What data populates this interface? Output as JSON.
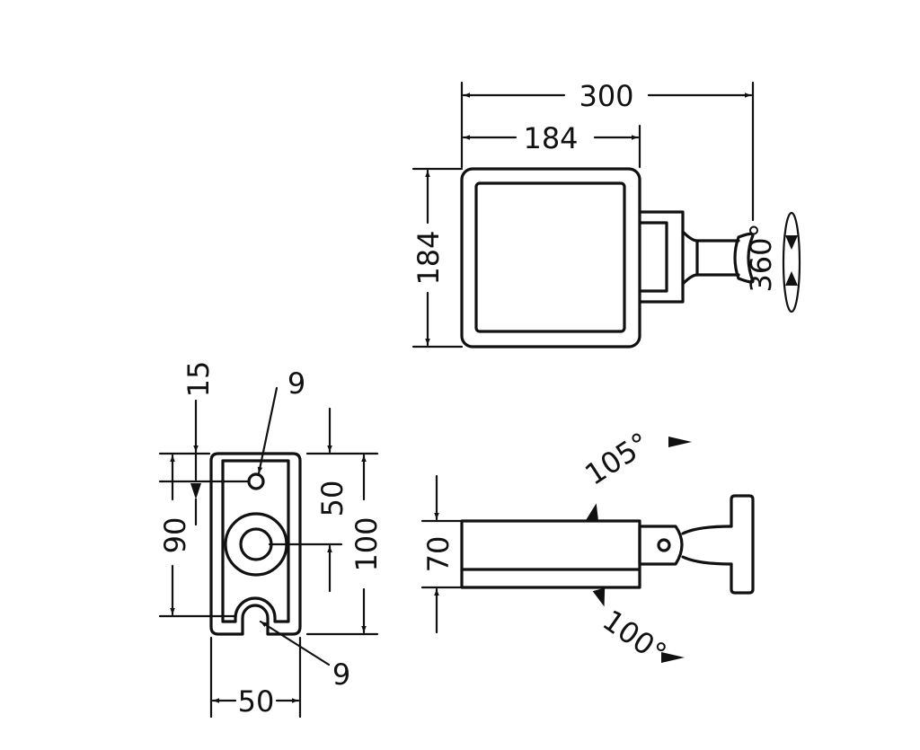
{
  "top_view": {
    "overall_width": "300",
    "head_width": "184",
    "head_height": "184",
    "rotation": "360°"
  },
  "end_view": {
    "top_offset": "15",
    "small_hole": "9",
    "hole_spacing": "90",
    "upper_height": "50",
    "total_height": "100",
    "slot": "9",
    "width": "50"
  },
  "side_view": {
    "height": "70",
    "tilt_up": "105°",
    "tilt_down": "100°"
  }
}
